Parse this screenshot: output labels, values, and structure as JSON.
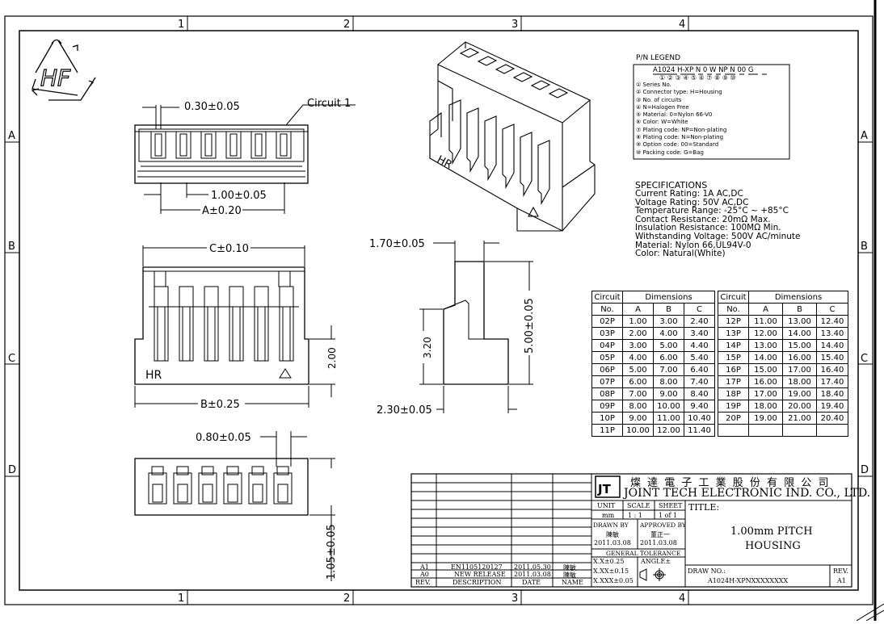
{
  "border": {
    "col_markers": [
      "1",
      "2",
      "3",
      "4"
    ],
    "row_markers": [
      "A",
      "B",
      "C",
      "D"
    ]
  },
  "logo": {
    "text": "HF"
  },
  "colors": {
    "line": "#000000",
    "paper": "#ffffff"
  },
  "views": {
    "top": {
      "pitch_small": "0.30±0.05",
      "circuit_label": "Circuit 1",
      "pitch": "1.00±0.05",
      "dim_a": "A±0.20"
    },
    "front": {
      "dim_c": "C±0.10",
      "dim_b": "B±0.25",
      "height": "2.00",
      "marking": "HR",
      "polarity": "△"
    },
    "side": {
      "top_width": "1.70±0.05",
      "total_height": "5.00±0.05",
      "lower_height": "3.20",
      "bottom_width": "2.30±0.05"
    },
    "bottom": {
      "slot_width": "0.80±0.05",
      "height": "1.05±0.05"
    },
    "iso": {
      "marking": "HR",
      "polarity": "△"
    }
  },
  "pn_legend": {
    "title": "P/N LEGEND",
    "segments": [
      "A1024",
      "H-XP",
      "N",
      "0",
      "W",
      "NP",
      "N",
      "00",
      "G"
    ],
    "numbers": [
      "①",
      "②",
      "③",
      "④",
      "⑤",
      "⑥",
      "⑦",
      "⑧",
      "⑨",
      "⑩"
    ],
    "items": [
      "① Series No.",
      "② Connector type: H=Housing",
      "③ No. of circuits",
      "④ N=Halogen Free",
      "⑤ Material: 0=Nylon 66-V0",
      "⑥ Color: W=White",
      "⑦ Plating code: NP=Non-plating",
      "⑧ Plating code: N=Non-plating",
      "⑨ Option code: 00=Standard",
      "⑩ Packing code: G=Bag"
    ]
  },
  "specifications": {
    "title": "SPECIFICATIONS",
    "lines": [
      "Current Rating: 1A AC,DC",
      "Voltage Rating: 50V AC,DC",
      "Temperature Range: -25°C ~ +85°C",
      "Contact Resistance: 20mΩ Max.",
      "Insulation Resistance: 100MΩ Min.",
      "Withstanding Voltage: 500V AC/minute",
      "Material: Nylon 66,UL94V-0",
      "Color: Natural(White)"
    ]
  },
  "dimension_table": {
    "headers": {
      "circuit": "Circuit",
      "no": "No.",
      "dimensions": "Dimensions",
      "a": "A",
      "b": "B",
      "c": "C"
    },
    "left": [
      [
        "02P",
        "1.00",
        "3.00",
        "2.40"
      ],
      [
        "03P",
        "2.00",
        "4.00",
        "3.40"
      ],
      [
        "04P",
        "3.00",
        "5.00",
        "4.40"
      ],
      [
        "05P",
        "4.00",
        "6.00",
        "5.40"
      ],
      [
        "06P",
        "5.00",
        "7.00",
        "6.40"
      ],
      [
        "07P",
        "6.00",
        "8.00",
        "7.40"
      ],
      [
        "08P",
        "7.00",
        "9.00",
        "8.40"
      ],
      [
        "09P",
        "8.00",
        "10.00",
        "9.40"
      ],
      [
        "10P",
        "9.00",
        "11.00",
        "10.40"
      ],
      [
        "11P",
        "10.00",
        "12.00",
        "11.40"
      ]
    ],
    "right": [
      [
        "12P",
        "11.00",
        "13.00",
        "12.40"
      ],
      [
        "13P",
        "12.00",
        "14.00",
        "13.40"
      ],
      [
        "14P",
        "13.00",
        "15.00",
        "14.40"
      ],
      [
        "15P",
        "14.00",
        "16.00",
        "15.40"
      ],
      [
        "16P",
        "15.00",
        "17.00",
        "16.40"
      ],
      [
        "17P",
        "16.00",
        "18.00",
        "17.40"
      ],
      [
        "18P",
        "17.00",
        "19.00",
        "18.40"
      ],
      [
        "19P",
        "18.00",
        "20.00",
        "19.40"
      ],
      [
        "20P",
        "19.00",
        "21.00",
        "20.40"
      ],
      [
        "",
        "",
        "",
        ""
      ]
    ]
  },
  "title_block": {
    "company_cn": "燦 達 電 子 工 業 股 份 有 限 公 司",
    "company_en": "JOINT TECH ELECTRONIC IND. CO., LTD.",
    "unit_label": "UNIT",
    "unit": "mm",
    "scale_label": "SCALE",
    "scale": "1 : 1",
    "sheet_label": "SHEET",
    "sheet": "1 of 1",
    "title_label": "TITLE:",
    "title_line1": "1.00mm PITCH",
    "title_line2": "HOUSING",
    "drawn_by_label": "DRAWN BY",
    "drawn_by": "陳敏",
    "drawn_date": "2011.03.08",
    "approved_by_label": "APPROVED BY",
    "approved_by": "董正一",
    "approved_date": "2011.03.08",
    "tolerance_label": "GENERAL TOLERANCE",
    "tol1": "X.X±0.25",
    "tol2": "X.XX±0.15",
    "tol3": "X.XXX±0.05",
    "angle_label": "ANGLE±",
    "drawing_no_label": "DRAW NO.:",
    "drawing_no": "A1024H-XPNXXXXXXXX",
    "rev_label": "REV.",
    "rev": "A1",
    "revisions": [
      {
        "rev": "A1",
        "desc": "EN1105120127",
        "date": "2011.05.30",
        "name": "陳敏"
      },
      {
        "rev": "A0",
        "desc": "NEW RELEASE",
        "date": "2011.03.08",
        "name": "陳敏"
      }
    ],
    "rev_headers": {
      "rev": "REV.",
      "desc": "DESCRIPTION",
      "date": "DATE",
      "name": "NAME"
    }
  }
}
